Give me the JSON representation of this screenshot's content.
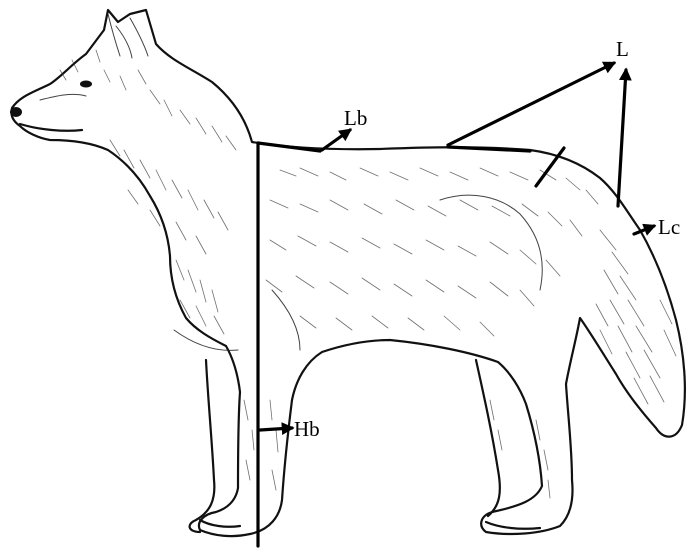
{
  "labels": {
    "L": "L",
    "Lb": "Lb",
    "Lc": "Lc",
    "Hb": "Hb"
  }
}
